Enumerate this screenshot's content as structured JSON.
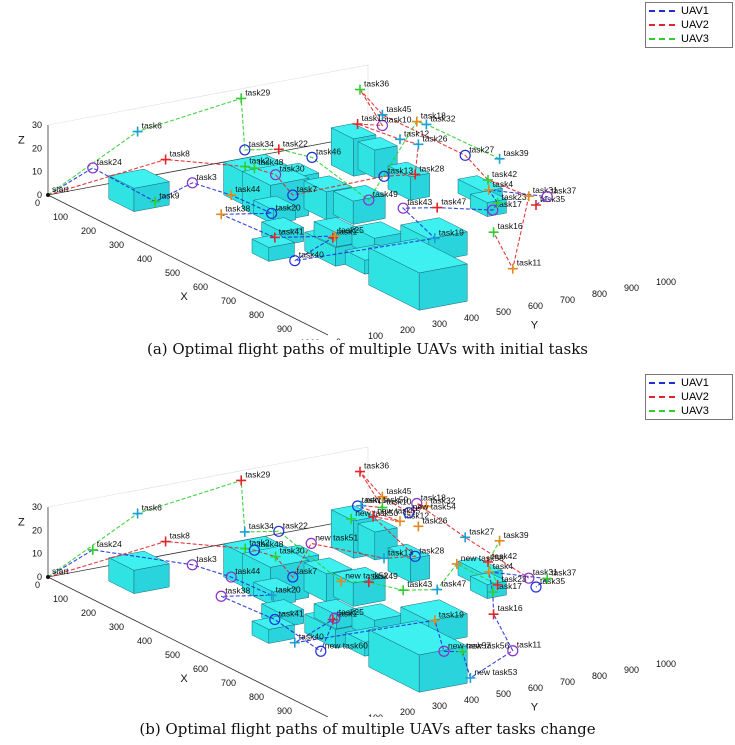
{
  "chart_data": [
    {
      "type": "line3d",
      "caption": "(a) Optimal flight paths of multiple UAVs with initial tasks",
      "xlabel": "X",
      "ylabel": "Y",
      "zlabel": "Z",
      "xticks": [
        "0",
        "100",
        "200",
        "300",
        "400",
        "500",
        "600",
        "700",
        "800",
        "900",
        "1000"
      ],
      "yticks": [
        "0",
        "100",
        "200",
        "300",
        "400",
        "500",
        "600",
        "700",
        "800",
        "900",
        "1000"
      ],
      "zticks": [
        "0",
        "10",
        "20",
        "30"
      ],
      "xlim": [
        0,
        1000
      ],
      "ylim": [
        0,
        1000
      ],
      "zlim": [
        0,
        30
      ],
      "legend_position": "top-right",
      "series": [
        {
          "name": "UAV1",
          "color": "#1f2fd6",
          "style": "dashed"
        },
        {
          "name": "UAV2",
          "color": "#e0262b",
          "style": "dashed"
        },
        {
          "name": "UAV3",
          "color": "#2fce2f",
          "style": "dashed"
        }
      ],
      "tasks": [
        {
          "label": "start",
          "x": 0,
          "y": 0,
          "z": 0
        },
        {
          "label": "task1",
          "x": 560,
          "y": 400,
          "z": 5
        },
        {
          "label": "task2",
          "x": 190,
          "y": 450,
          "z": 12
        },
        {
          "label": "task3",
          "x": 150,
          "y": 320,
          "z": 6
        },
        {
          "label": "task4",
          "x": 500,
          "y": 940,
          "z": 8
        },
        {
          "label": "task6",
          "x": 0,
          "y": 280,
          "z": 20
        },
        {
          "label": "task7",
          "x": 360,
          "y": 450,
          "z": 10
        },
        {
          "label": "task8",
          "x": 100,
          "y": 280,
          "z": 14
        },
        {
          "label": "task9",
          "x": 200,
          "y": 160,
          "z": 5
        },
        {
          "label": "task10",
          "x": 280,
          "y": 800,
          "z": 26
        },
        {
          "label": "task11",
          "x": 860,
          "y": 700,
          "z": 2
        },
        {
          "label": "task12",
          "x": 320,
          "y": 820,
          "z": 22
        },
        {
          "label": "task13",
          "x": 400,
          "y": 700,
          "z": 14
        },
        {
          "label": "task15",
          "x": 260,
          "y": 740,
          "z": 27
        },
        {
          "label": "task16",
          "x": 700,
          "y": 780,
          "z": 6
        },
        {
          "label": "task17",
          "x": 560,
          "y": 900,
          "z": 4
        },
        {
          "label": "task18",
          "x": 220,
          "y": 960,
          "z": 20
        },
        {
          "label": "task19",
          "x": 650,
          "y": 640,
          "z": 4
        },
        {
          "label": "task20",
          "x": 410,
          "y": 340,
          "z": 8
        },
        {
          "label": "task22",
          "x": 230,
          "y": 520,
          "z": 20
        },
        {
          "label": "task23",
          "x": 600,
          "y": 880,
          "z": 10
        },
        {
          "label": "task24",
          "x": 0,
          "y": 140,
          "z": 8
        },
        {
          "label": "task25",
          "x": 590,
          "y": 380,
          "z": 8
        },
        {
          "label": "task26",
          "x": 340,
          "y": 860,
          "z": 20
        },
        {
          "label": "task27",
          "x": 370,
          "y": 980,
          "z": 14
        },
        {
          "label": "task28",
          "x": 420,
          "y": 780,
          "z": 14
        },
        {
          "label": "task29",
          "x": 50,
          "y": 560,
          "z": 30
        },
        {
          "label": "task30",
          "x": 310,
          "y": 440,
          "z": 16
        },
        {
          "label": "task31",
          "x": 620,
          "y": 960,
          "z": 12
        },
        {
          "label": "task32",
          "x": 220,
          "y": 990,
          "z": 18
        },
        {
          "label": "task34",
          "x": 200,
          "y": 440,
          "z": 20
        },
        {
          "label": "task35",
          "x": 600,
          "y": 1000,
          "z": 6
        },
        {
          "label": "task36",
          "x": 120,
          "y": 870,
          "z": 30
        },
        {
          "label": "task37",
          "x": 640,
          "y": 1000,
          "z": 12
        },
        {
          "label": "task38",
          "x": 390,
          "y": 200,
          "z": 10
        },
        {
          "label": "task39",
          "x": 470,
          "y": 1000,
          "z": 18
        },
        {
          "label": "task40",
          "x": 630,
          "y": 220,
          "z": 4
        },
        {
          "label": "task41",
          "x": 490,
          "y": 280,
          "z": 4
        },
        {
          "label": "task42",
          "x": 520,
          "y": 920,
          "z": 14
        },
        {
          "label": "task43",
          "x": 560,
          "y": 620,
          "z": 12
        },
        {
          "label": "task44",
          "x": 300,
          "y": 310,
          "z": 10
        },
        {
          "label": "task45",
          "x": 200,
          "y": 870,
          "z": 24
        },
        {
          "label": "task46",
          "x": 280,
          "y": 580,
          "z": 18
        },
        {
          "label": "task47",
          "x": 590,
          "y": 700,
          "z": 12
        },
        {
          "label": "task48",
          "x": 280,
          "y": 400,
          "z": 18
        },
        {
          "label": "task49",
          "x": 460,
          "y": 600,
          "z": 10
        }
      ]
    },
    {
      "type": "line3d",
      "caption": "(b) Optimal flight paths of multiple UAVs after tasks change",
      "xlabel": "X",
      "ylabel": "Y",
      "zlabel": "Z",
      "xticks": [
        "0",
        "100",
        "200",
        "300",
        "400",
        "500",
        "600",
        "700",
        "800",
        "900",
        "1000"
      ],
      "yticks": [
        "0",
        "100",
        "200",
        "300",
        "400",
        "500",
        "600",
        "700",
        "800",
        "900",
        "1000"
      ],
      "zticks": [
        "0",
        "10",
        "20",
        "30"
      ],
      "xlim": [
        0,
        1000
      ],
      "ylim": [
        0,
        1000
      ],
      "zlim": [
        0,
        30
      ],
      "legend_position": "top-right",
      "series": [
        {
          "name": "UAV1",
          "color": "#1f2fd6",
          "style": "dashed"
        },
        {
          "name": "UAV2",
          "color": "#e0262b",
          "style": "dashed"
        },
        {
          "name": "UAV3",
          "color": "#2fce2f",
          "style": "dashed"
        }
      ],
      "tasks": [
        {
          "label": "start",
          "x": 0,
          "y": 0,
          "z": 0
        },
        {
          "label": "task1",
          "x": 560,
          "y": 400,
          "z": 5
        },
        {
          "label": "task2",
          "x": 190,
          "y": 450,
          "z": 12
        },
        {
          "label": "task3",
          "x": 150,
          "y": 320,
          "z": 6
        },
        {
          "label": "task4",
          "x": 500,
          "y": 940,
          "z": 8
        },
        {
          "label": "task6",
          "x": 0,
          "y": 280,
          "z": 20
        },
        {
          "label": "task7",
          "x": 360,
          "y": 450,
          "z": 10
        },
        {
          "label": "task8",
          "x": 100,
          "y": 280,
          "z": 14
        },
        {
          "label": "task10",
          "x": 280,
          "y": 800,
          "z": 26
        },
        {
          "label": "task11",
          "x": 860,
          "y": 700,
          "z": 2
        },
        {
          "label": "task12",
          "x": 320,
          "y": 820,
          "z": 22
        },
        {
          "label": "task13",
          "x": 400,
          "y": 700,
          "z": 14
        },
        {
          "label": "task15",
          "x": 260,
          "y": 740,
          "z": 27
        },
        {
          "label": "task16",
          "x": 700,
          "y": 780,
          "z": 6
        },
        {
          "label": "task17",
          "x": 560,
          "y": 900,
          "z": 4
        },
        {
          "label": "task18",
          "x": 220,
          "y": 960,
          "z": 20
        },
        {
          "label": "task19",
          "x": 650,
          "y": 640,
          "z": 4
        },
        {
          "label": "task20",
          "x": 410,
          "y": 340,
          "z": 8
        },
        {
          "label": "task22",
          "x": 230,
          "y": 520,
          "z": 20
        },
        {
          "label": "task23",
          "x": 600,
          "y": 880,
          "z": 10
        },
        {
          "label": "task24",
          "x": 0,
          "y": 140,
          "z": 8
        },
        {
          "label": "task25",
          "x": 590,
          "y": 380,
          "z": 8
        },
        {
          "label": "task26",
          "x": 340,
          "y": 860,
          "z": 20
        },
        {
          "label": "task27",
          "x": 370,
          "y": 980,
          "z": 14
        },
        {
          "label": "task28",
          "x": 420,
          "y": 780,
          "z": 14
        },
        {
          "label": "task29",
          "x": 50,
          "y": 560,
          "z": 30
        },
        {
          "label": "task30",
          "x": 310,
          "y": 440,
          "z": 16
        },
        {
          "label": "task31",
          "x": 620,
          "y": 960,
          "z": 12
        },
        {
          "label": "task32",
          "x": 220,
          "y": 990,
          "z": 18
        },
        {
          "label": "task34",
          "x": 200,
          "y": 440,
          "z": 20
        },
        {
          "label": "task35",
          "x": 600,
          "y": 1000,
          "z": 6
        },
        {
          "label": "task36",
          "x": 120,
          "y": 870,
          "z": 30
        },
        {
          "label": "task37",
          "x": 640,
          "y": 1000,
          "z": 12
        },
        {
          "label": "task38",
          "x": 390,
          "y": 200,
          "z": 10
        },
        {
          "label": "task39",
          "x": 470,
          "y": 1000,
          "z": 18
        },
        {
          "label": "task40",
          "x": 630,
          "y": 220,
          "z": 4
        },
        {
          "label": "task41",
          "x": 490,
          "y": 280,
          "z": 4
        },
        {
          "label": "task42",
          "x": 520,
          "y": 920,
          "z": 14
        },
        {
          "label": "task43",
          "x": 560,
          "y": 620,
          "z": 12
        },
        {
          "label": "task44",
          "x": 300,
          "y": 310,
          "z": 10
        },
        {
          "label": "task45",
          "x": 200,
          "y": 870,
          "z": 24
        },
        {
          "label": "task47",
          "x": 590,
          "y": 700,
          "z": 12
        },
        {
          "label": "task48",
          "x": 280,
          "y": 400,
          "z": 18
        },
        {
          "label": "task49",
          "x": 460,
          "y": 600,
          "z": 10
        },
        {
          "label": "new task50",
          "x": 260,
          "y": 720,
          "z": 22
        },
        {
          "label": "new task51",
          "x": 300,
          "y": 560,
          "z": 18
        },
        {
          "label": "new task52",
          "x": 430,
          "y": 540,
          "z": 10
        },
        {
          "label": "new task53",
          "x": 960,
          "y": 480,
          "z": 2
        },
        {
          "label": "new task54",
          "x": 260,
          "y": 900,
          "z": 20
        },
        {
          "label": "new task55",
          "x": 270,
          "y": 780,
          "z": 22
        },
        {
          "label": "new task56",
          "x": 840,
          "y": 560,
          "z": 4
        },
        {
          "label": "new task57",
          "x": 820,
          "y": 520,
          "z": 4
        },
        {
          "label": "new task58",
          "x": 500,
          "y": 840,
          "z": 14
        },
        {
          "label": "new task59",
          "x": 250,
          "y": 760,
          "z": 26
        },
        {
          "label": "new task60",
          "x": 700,
          "y": 240,
          "z": 4
        }
      ]
    }
  ]
}
